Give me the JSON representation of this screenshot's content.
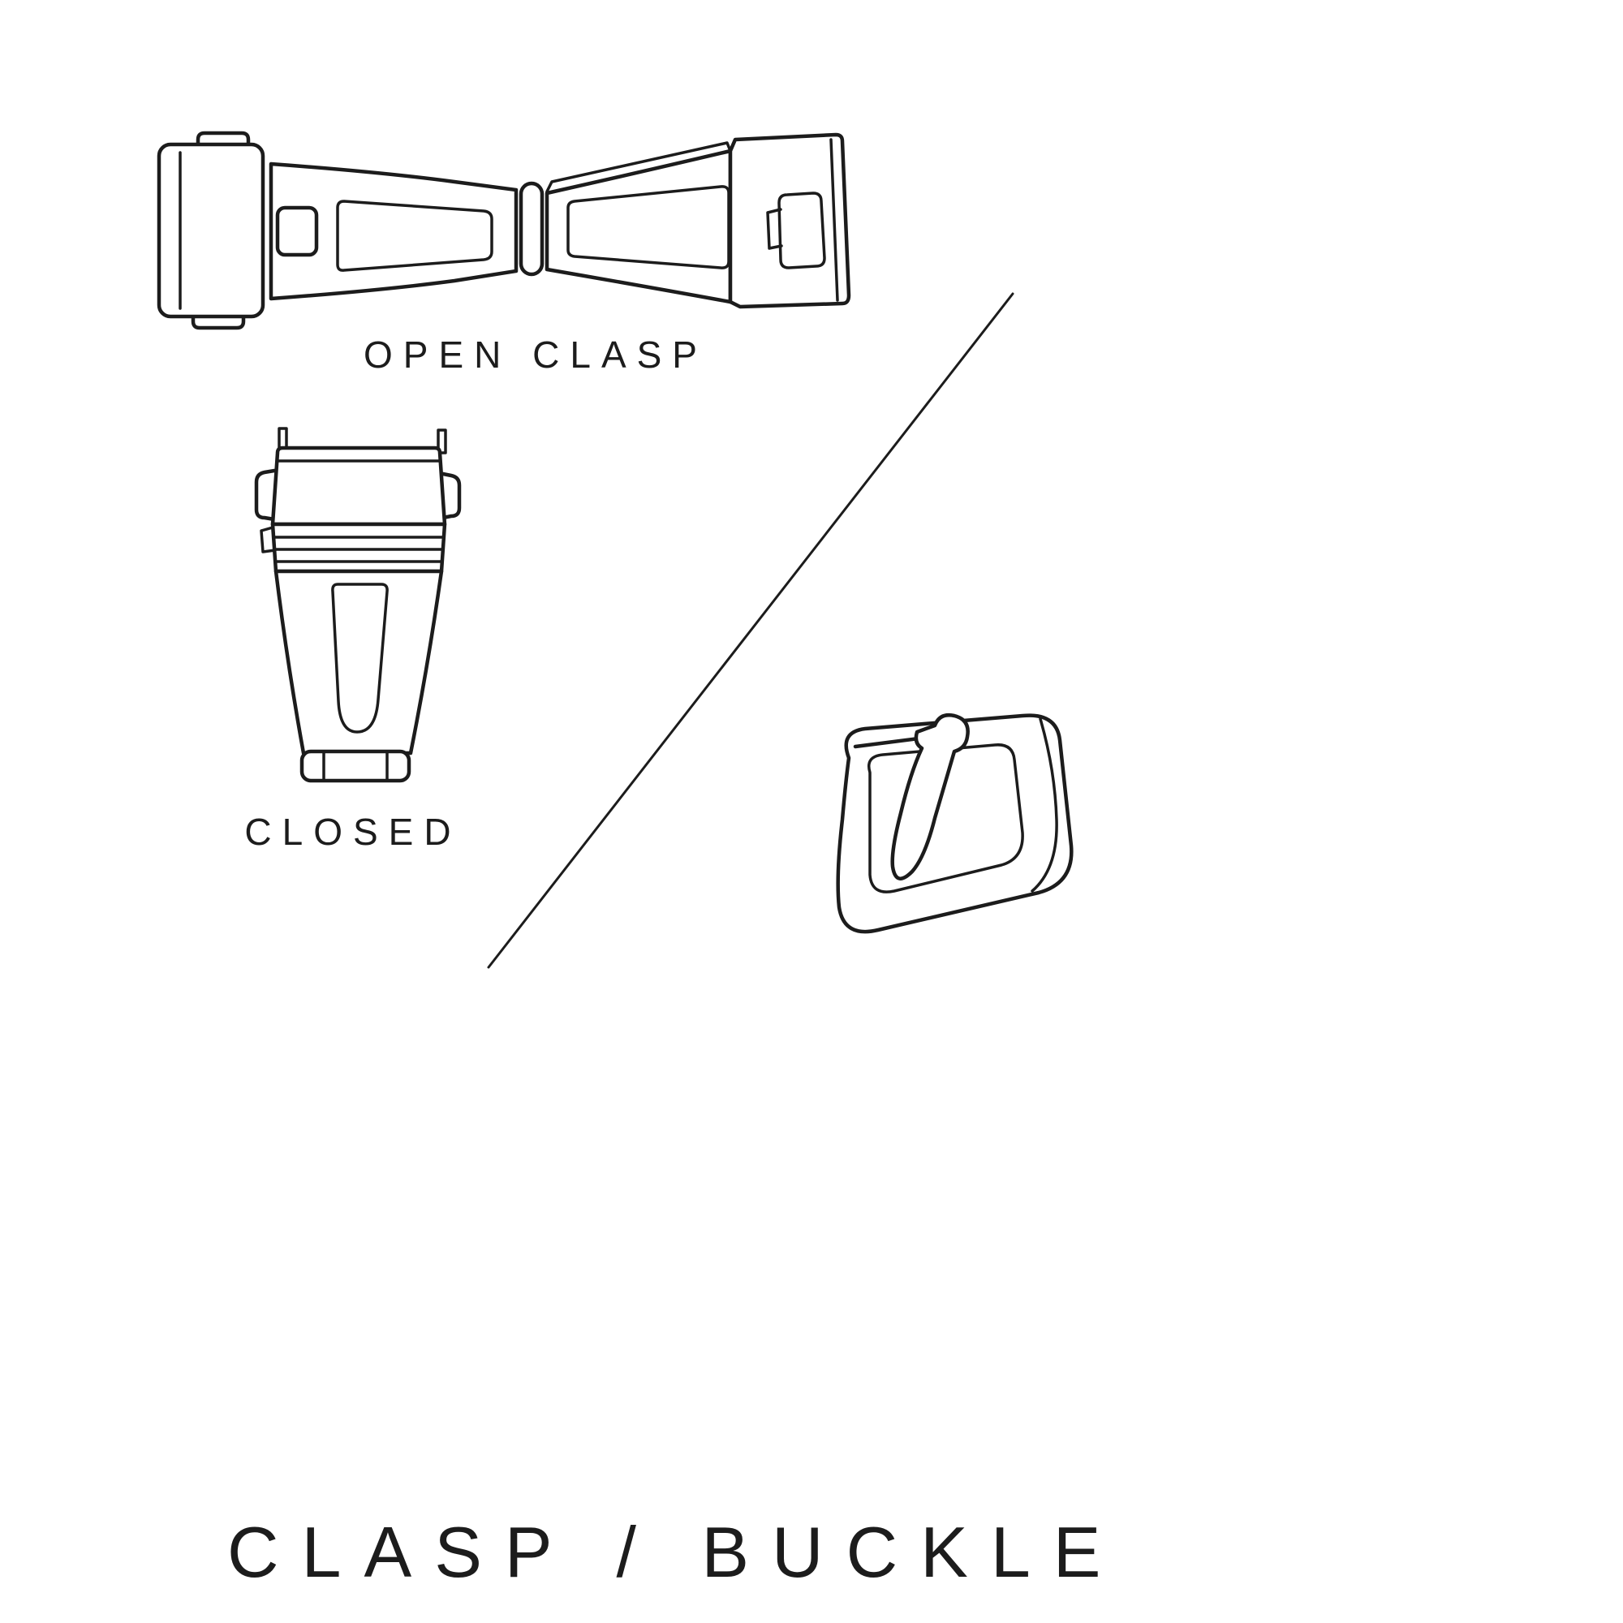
{
  "colors": {
    "ink": "#1c1c1c",
    "background": "#ffffff"
  },
  "title": {
    "text": "CLASP / BUCKLE"
  },
  "labels": {
    "open_clasp": "OPEN CLASP",
    "closed": "CLOSED"
  },
  "illustrations": [
    {
      "name": "open-clasp-illustration",
      "meaning": "deployant watch clasp shown open, top view"
    },
    {
      "name": "closed-clasp-illustration",
      "meaning": "watch clasp shown closed, top view"
    },
    {
      "name": "buckle-illustration",
      "meaning": "tang buckle, perspective view"
    },
    {
      "name": "diagonal-divider",
      "meaning": "thin diagonal separator line"
    }
  ]
}
